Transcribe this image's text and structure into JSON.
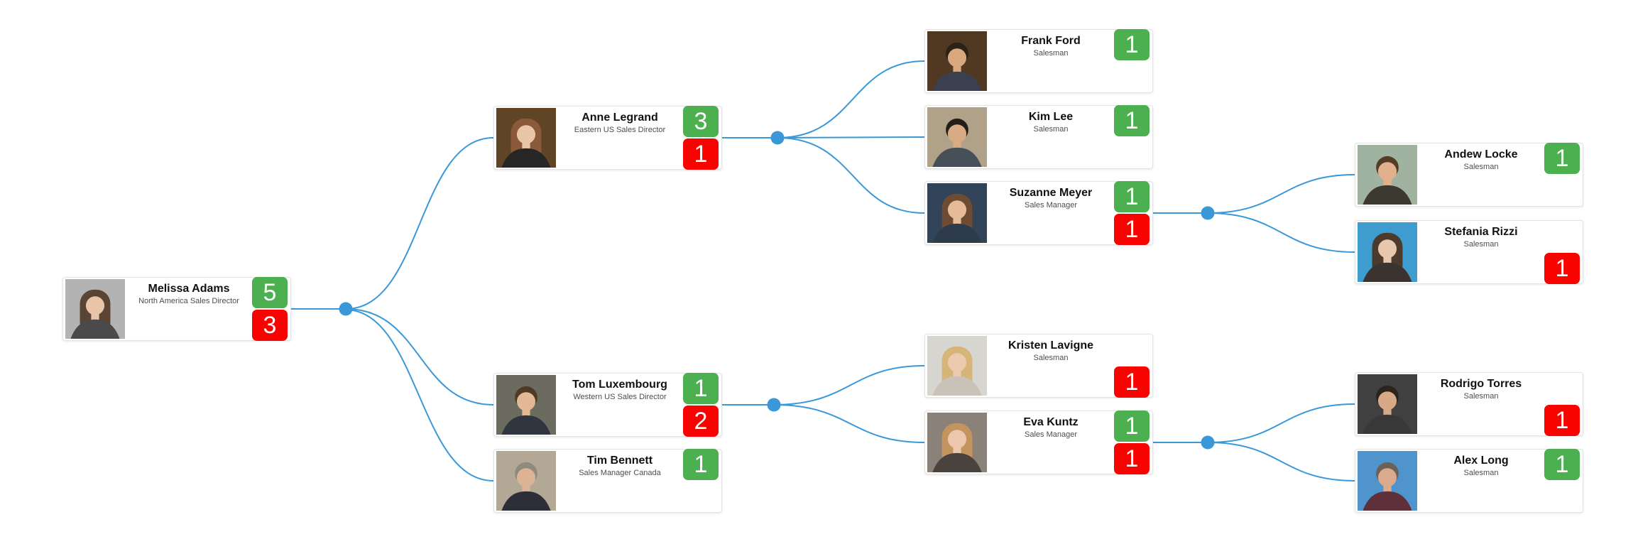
{
  "app": {
    "view": "sales-team-org-chart"
  },
  "colors": {
    "connector": "#3a98d9",
    "badge_green": "#4cb050",
    "badge_red": "#f70400",
    "name_text": "#111111",
    "title_text": "#4d4d4d",
    "card_background": "#ffffff",
    "card_border": "#e4e4e4"
  },
  "nodes": [
    {
      "name": "Melissa Adams",
      "title": "North America Sales Director",
      "reports_to": null,
      "badges": {
        "green": "5",
        "red": "3"
      },
      "avatar": {
        "bg": "#b3b3b3",
        "hair": "#5a4433",
        "skin": "#e9c4a9",
        "shirt": "#4a4a4a"
      }
    },
    {
      "name": "Anne Legrand",
      "title": "Eastern US Sales Director",
      "reports_to": "Melissa Adams",
      "badges": {
        "green": "3",
        "red": "1"
      },
      "avatar": {
        "bg": "#5f4425",
        "hair": "#8a5a3a",
        "skin": "#eac6a8",
        "shirt": "#262626"
      }
    },
    {
      "name": "Tom Luxembourg",
      "title": "Western US Sales Director",
      "reports_to": "Melissa Adams",
      "badges": {
        "green": "1",
        "red": "2"
      },
      "avatar": {
        "bg": "#6b6b60",
        "hair": "#4e3a26",
        "skin": "#e3b894",
        "shirt": "#2f3640"
      }
    },
    {
      "name": "Tim Bennett",
      "title": "Sales Manager Canada",
      "reports_to": "Melissa Adams",
      "badges": {
        "green": "1"
      },
      "avatar": {
        "bg": "#b3a895",
        "hair": "#8f8a80",
        "skin": "#dcb394",
        "shirt": "#2e2e38"
      }
    },
    {
      "name": "Frank Ford",
      "title": "Salesman",
      "reports_to": "Anne Legrand",
      "badges": {
        "green": "1"
      },
      "avatar": {
        "bg": "#503823",
        "hair": "#2c2117",
        "skin": "#d9a87e",
        "shirt": "#3a4050"
      }
    },
    {
      "name": "Kim Lee",
      "title": "Salesman",
      "reports_to": "Anne Legrand",
      "badges": {
        "green": "1"
      },
      "avatar": {
        "bg": "#b0a189",
        "hair": "#241d18",
        "skin": "#d9ab85",
        "shirt": "#474f58"
      }
    },
    {
      "name": "Suzanne Meyer",
      "title": "Sales Manager",
      "reports_to": "Anne Legrand",
      "badges": {
        "green": "1",
        "red": "1"
      },
      "avatar": {
        "bg": "#31445a",
        "hair": "#6e4b33",
        "skin": "#e5bb98",
        "shirt": "#2c3a4a"
      }
    },
    {
      "name": "Kristen Lavigne",
      "title": "Salesman",
      "reports_to": "Tom Luxembourg",
      "badges": {
        "red": "1"
      },
      "avatar": {
        "bg": "#d6d5d0",
        "hair": "#d7b477",
        "skin": "#eccab0",
        "shirt": "#c9c2b8"
      }
    },
    {
      "name": "Eva Kuntz",
      "title": "Sales Manager",
      "reports_to": "Tom Luxembourg",
      "badges": {
        "green": "1",
        "red": "1"
      },
      "avatar": {
        "bg": "#8a8178",
        "hair": "#c4945f",
        "skin": "#ecc7ad",
        "shirt": "#4a433d"
      }
    },
    {
      "name": "Andew Locke",
      "title": "Salesman",
      "reports_to": "Suzanne Meyer",
      "badges": {
        "green": "1"
      },
      "avatar": {
        "bg": "#9fb3a0",
        "hair": "#533d27",
        "skin": "#e2b18b",
        "shirt": "#3c3a30"
      }
    },
    {
      "name": "Stefania Rizzi",
      "title": "Salesman",
      "reports_to": "Suzanne Meyer",
      "badges": {
        "red": "1"
      },
      "avatar": {
        "bg": "#3f9ccf",
        "hair": "#4c3b2c",
        "skin": "#e9c7ae",
        "shirt": "#3a332f"
      }
    },
    {
      "name": "Rodrigo Torres",
      "title": "Salesman",
      "reports_to": "Eva Kuntz",
      "badges": {
        "red": "1"
      },
      "avatar": {
        "bg": "#404040",
        "hair": "#2b241d",
        "skin": "#d8a987",
        "shirt": "#383838"
      }
    },
    {
      "name": "Alex Long",
      "title": "Salesman",
      "reports_to": "Eva Kuntz",
      "badges": {
        "green": "1"
      },
      "avatar": {
        "bg": "#4f94cc",
        "hair": "#6d6155",
        "skin": "#d9aa8b",
        "shirt": "#5f2f3a"
      }
    }
  ]
}
